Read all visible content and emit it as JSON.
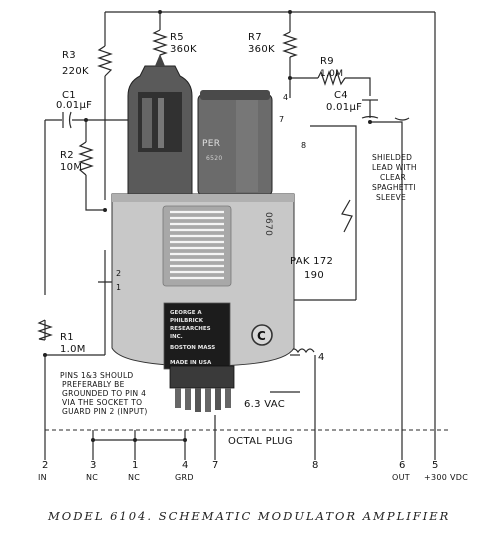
{
  "resistors": {
    "r5": {
      "name": "R5",
      "value": "360K"
    },
    "r7": {
      "name": "R7",
      "value": "360K"
    },
    "r3": {
      "name": "R3",
      "value": "220K"
    },
    "r9": {
      "name": "R9",
      "value": "1.0M"
    },
    "r2": {
      "name": "R2",
      "value": "10M"
    },
    "r1": {
      "name": "R1",
      "value": "1.0M"
    }
  },
  "capacitors": {
    "c1": {
      "name": "C1",
      "value": "0.01µF"
    },
    "c4": {
      "name": "C4",
      "value": "0.01µF"
    }
  },
  "notes": {
    "shielded": [
      "SHIELDED",
      "LEAD WITH",
      "CLEAR",
      "SPAGHETTI",
      "SLEEVE"
    ],
    "pins12": [
      "PINS 1&3 SHOULD",
      "PREFERABLY BE",
      "GROUNDED TO PIN 4",
      "VIA THE SOCKET TO",
      "GUARD PIN 2 (INPUT)"
    ],
    "pak": "PAK 172",
    "pak_num": "190",
    "heater": "6.3 VAC",
    "octal": "OCTAL PLUG",
    "relay_num": "4"
  },
  "unit": {
    "serial": "0670",
    "plate_lines": [
      "GEORGE A",
      "PHILBRICK",
      "RESEARCHES",
      "INC.",
      "BOSTON MASS",
      "MADE IN USA"
    ],
    "tube_label": "PER",
    "tube_label2": "6520",
    "socket_pin1": "1",
    "socket_pin2": "2"
  },
  "pins": [
    {
      "num": "2",
      "label": "IN"
    },
    {
      "num": "3",
      "label": "NC"
    },
    {
      "num": "1",
      "label": "NC"
    },
    {
      "num": "4",
      "label": "GRD"
    },
    {
      "num": "7",
      "label": ""
    },
    {
      "num": "8",
      "label": ""
    },
    {
      "num": "6",
      "label": "OUT"
    },
    {
      "num": "5",
      "label": "+300 VDC"
    }
  ],
  "side_pins": {
    "p7": "7",
    "p8": "8",
    "p4": "4"
  },
  "title": "MODEL 6104. SCHEMATIC MODULATOR AMPLIFIER"
}
